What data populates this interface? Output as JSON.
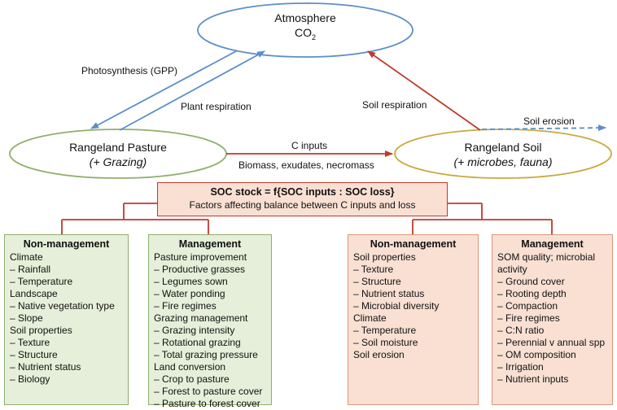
{
  "atmosphere": {
    "title": "Atmosphere",
    "co2_main": "CO",
    "co2_sub": "2"
  },
  "pasture": {
    "title": "Rangeland Pasture",
    "subtitle": "(+ Grazing)"
  },
  "soil": {
    "title": "Rangeland Soil",
    "subtitle": "(+ microbes, fauna)"
  },
  "flows": {
    "photosynthesis": "Photosynthesis (GPP)",
    "plant_respiration": "Plant respiration",
    "soil_respiration": "Soil respiration",
    "soil_erosion": "Soil erosion",
    "c_inputs": "C inputs",
    "c_inputs_detail": "Biomass, exudates, necromass"
  },
  "soc": {
    "title": "SOC stock = f{SOC inputs : SOC loss}",
    "subtitle": "Factors affecting balance between C inputs and loss"
  },
  "boxes": {
    "pasture_nonmgmt": {
      "head": "Non-management",
      "rows": [
        "Climate",
        "– Rainfall",
        "– Temperature",
        "Landscape",
        "– Native vegetation type",
        "– Slope",
        "Soil properties",
        "– Texture",
        "– Structure",
        "– Nutrient status",
        "– Biology"
      ]
    },
    "pasture_mgmt": {
      "head": "Management",
      "rows": [
        "Pasture improvement",
        "– Productive grasses",
        "– Legumes sown",
        "– Water ponding",
        "– Fire regimes",
        "Grazing management",
        "– Grazing intensity",
        "– Rotational grazing",
        "– Total grazing pressure",
        "Land conversion",
        "– Crop to pasture",
        "– Forest to pasture cover",
        "– Pasture to forest cover"
      ]
    },
    "soil_nonmgmt": {
      "head": "Non-management",
      "rows": [
        "Soil properties",
        "– Texture",
        "– Structure",
        "– Nutrient status",
        "– Microbial diversity",
        "Climate",
        "– Temperature",
        "– Soil moisture",
        "Soil erosion"
      ]
    },
    "soil_mgmt": {
      "head": "Management",
      "rows": [
        "SOM quality; microbial",
        "activity",
        "– Ground cover",
        "– Rooting depth",
        "– Compaction",
        "– Fire regimes",
        "– C:N ratio",
        "– Perennial v annual spp",
        "– OM composition",
        "– Irrigation",
        "– Nutrient inputs"
      ]
    }
  },
  "colors": {
    "blue": "#5b8fc9",
    "red": "#c0392b",
    "green": "#8fb06b",
    "pink_border": "#d9967a"
  }
}
